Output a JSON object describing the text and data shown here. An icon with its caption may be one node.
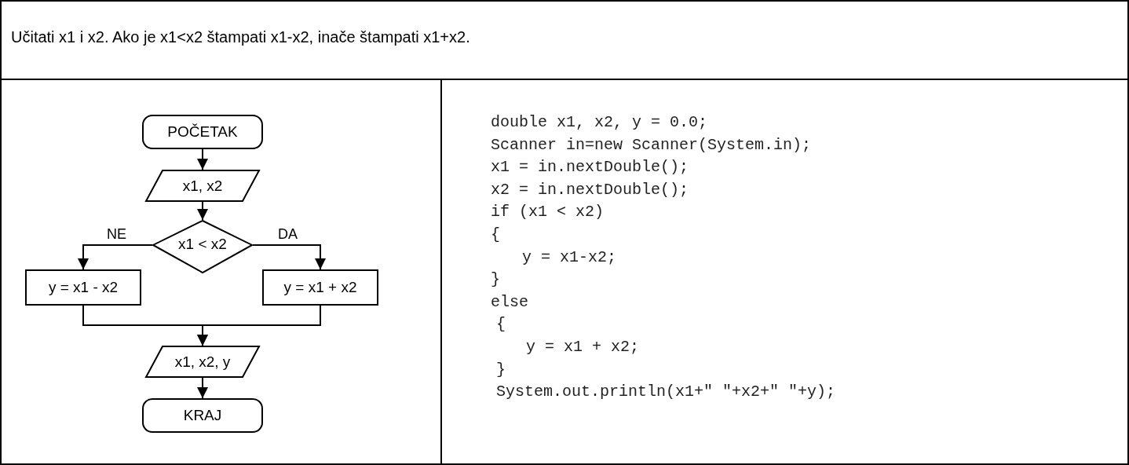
{
  "diagram": {
    "title": "Učitati x1 i x2. Ako je x1<x2 štampati x1-x2, inače štampati x1+x2.",
    "nodes": [
      {
        "text": [
          "POČETAK"
        ]
      },
      {
        "text": [
          "x1, x2"
        ]
      },
      {
        "text": [
          "x1 < x2"
        ]
      },
      {
        "text": [
          "y = x1 - x2"
        ]
      },
      {
        "text": [
          "y = x1 + x2"
        ]
      },
      {
        "text": [
          "x1, x2, y"
        ]
      },
      {
        "text": [
          "KRAJ"
        ]
      }
    ],
    "edges": [
      {
        "from": 0,
        "to": 1,
        "arrow": "to"
      },
      {
        "from": 1,
        "to": 2,
        "arrow": "to"
      },
      {
        "from": 2,
        "to": 3,
        "label": "NE",
        "arrow": "to"
      },
      {
        "from": 2,
        "to": 4,
        "label": "DA",
        "arrow": "to"
      },
      {
        "from": 3,
        "to": 5,
        "arrow": "to"
      },
      {
        "from": 4,
        "to": 5,
        "arrow": "to"
      },
      {
        "from": 5,
        "to": 6,
        "arrow": "to"
      }
    ],
    "labels": [
      "double x1, x2, y = 0.0;",
      "Scanner in=new Scanner(System.in);",
      "x1 = in.nextDouble();",
      "x2 = in.nextDouble();",
      "if (x1 < x2)",
      "{",
      "y = x1-x2;",
      "}",
      "else",
      "{",
      "y = x1 + x2;",
      "}",
      "System.out.println(x1+\" \"+x2+\" \"+y);"
    ]
  }
}
